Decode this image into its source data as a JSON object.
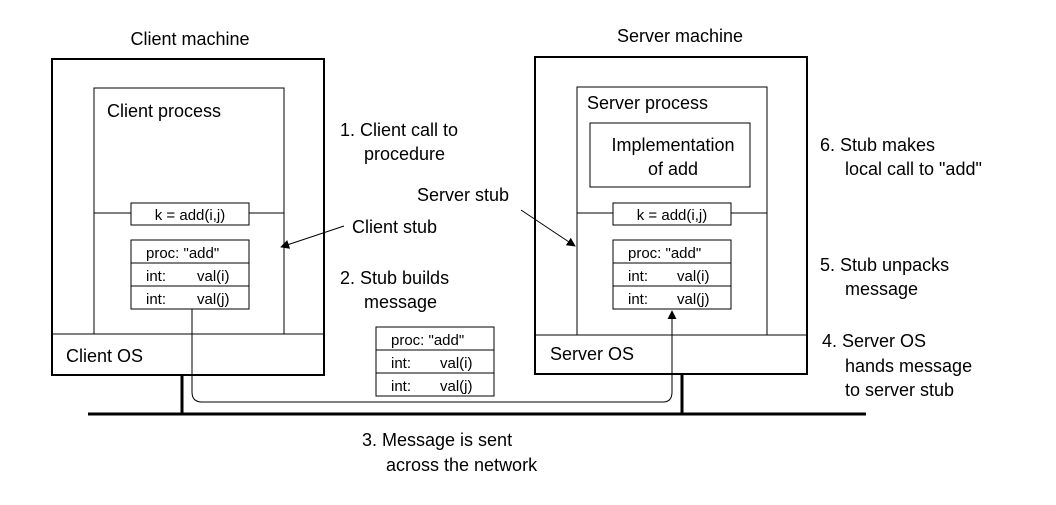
{
  "client": {
    "machine_title": "Client machine",
    "process_label": "Client process",
    "os_label": "Client OS",
    "call": "k = add(i,j)",
    "stub_label": "Client stub",
    "table": [
      [
        "proc: \"add\"",
        ""
      ],
      [
        "int:",
        "val(i)"
      ],
      [
        "int:",
        "val(j)"
      ]
    ]
  },
  "server": {
    "machine_title": "Server machine",
    "process_label": "Server process",
    "os_label": "Server OS",
    "implementation": [
      "Implementation",
      "of add"
    ],
    "call": "k = add(i,j)",
    "stub_label": "Server stub",
    "table": [
      [
        "proc: \"add\"",
        ""
      ],
      [
        "int:",
        "val(i)"
      ],
      [
        "int:",
        "val(j)"
      ]
    ]
  },
  "message_table": [
    [
      "proc: \"add\"",
      ""
    ],
    [
      "int:",
      "val(i)"
    ],
    [
      "int:",
      "val(j)"
    ]
  ],
  "steps": [
    [
      "1. Client call to",
      "procedure"
    ],
    [
      "2. Stub builds",
      "message"
    ],
    [
      "3. Message is sent",
      "across the network"
    ],
    [
      "4. Server OS",
      "hands message",
      "to server stub"
    ],
    [
      "5. Stub unpacks",
      "message"
    ],
    [
      "6. Stub makes",
      "local call to \"add\""
    ]
  ]
}
